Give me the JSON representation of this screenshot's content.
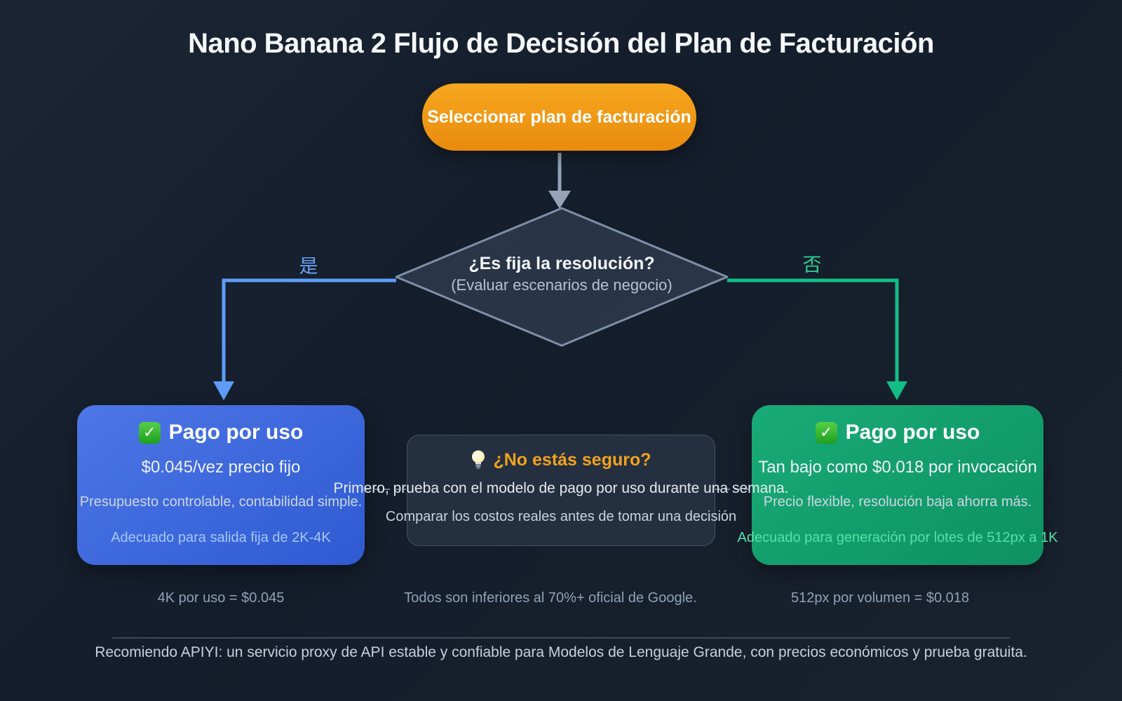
{
  "page": {
    "title": "Nano Banana 2 Flujo de Decisión del Plan de Facturación"
  },
  "start": {
    "label": "Seleccionar plan de facturación"
  },
  "decision": {
    "question": "¿Es fija la resolución?",
    "subtitle": "(Evaluar escenarios de negocio)"
  },
  "branches": {
    "yes_label": "是",
    "no_label": "否"
  },
  "icons": {
    "check_glyph": "✓"
  },
  "cards": {
    "left": {
      "title": "Pago por uso",
      "price": "$0.045/vez precio fijo",
      "description": "Presupuesto controlable, contabilidad simple.",
      "note": "Adecuado para salida fija de 2K-4K"
    },
    "center": {
      "title": "¿No estás seguro?",
      "line1": "Primero, prueba con el modelo de pago por uso durante una semana.",
      "line2": "Comparar los costos reales antes de tomar una decisión"
    },
    "right": {
      "title": "Pago por uso",
      "price": "Tan bajo como $0.018 por invocación",
      "description": "Precio flexible, resolución baja ahorra más.",
      "note": "Adecuado para generación por lotes de 512px a 1K"
    }
  },
  "stats": {
    "left": "4K por uso = $0.045",
    "center": "Todos son inferiores al 70%+ oficial de Google.",
    "right": "512px por volumen = $0.018"
  },
  "footer": {
    "text": "Recomiendo APIYI: un servicio proxy de API estable y confiable para Modelos de Lenguaje Grande, con precios económicos y prueba gratuita."
  },
  "colors": {
    "accent_orange": "#f0991c",
    "accent_blue": "#5e9cf6",
    "accent_green": "#13bd85",
    "card_blue": "#3b63d8",
    "card_green": "#13a06c",
    "connector_gray": "#94a3b8"
  }
}
